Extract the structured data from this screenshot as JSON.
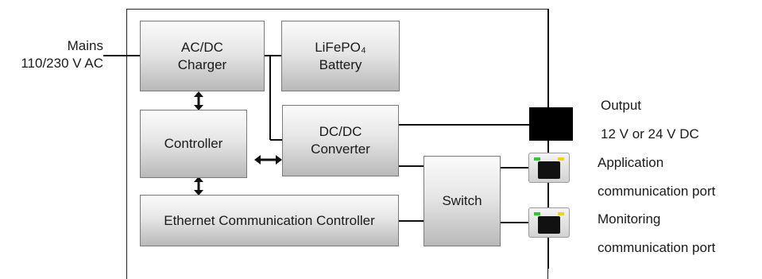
{
  "blocks": {
    "acdc": "AC/DC\nCharger",
    "battery": "LiFePO₄\nBattery",
    "controller": "Controller",
    "dcdc": "DC/DC\nConverter",
    "ethernet": "Ethernet Communication Controller",
    "switch": "Switch"
  },
  "external": {
    "mains": "Mains\n110/230 V AC",
    "output": "Output",
    "output_voltage": "12 V or 24 V DC",
    "application_port": "Application\ncommunication port",
    "monitoring_port": "Monitoring\ncommunication port"
  },
  "icons": [
    "ethernet-port-icon",
    "output-connector-icon"
  ],
  "colors": {
    "led_green": "#36c43a",
    "led_yellow": "#f0d020",
    "connector": "#000000"
  }
}
